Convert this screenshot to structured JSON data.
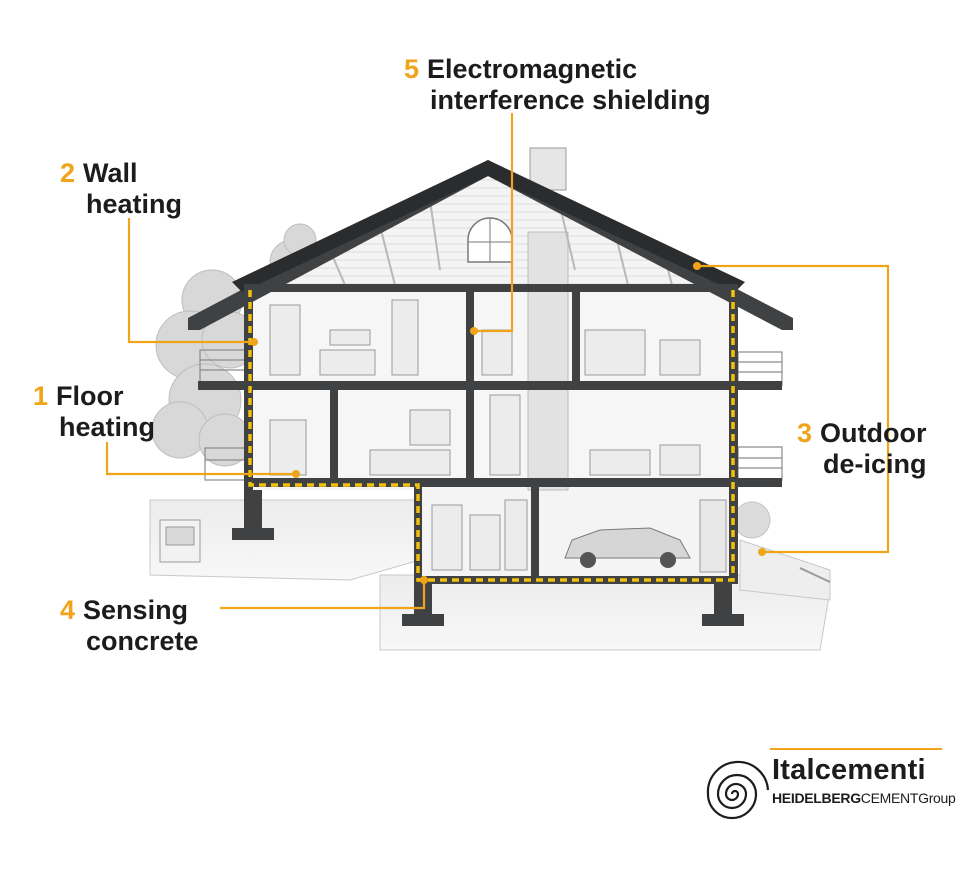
{
  "accent_color": "#f0a419",
  "callouts": [
    {
      "id": "floor",
      "number": "1",
      "lines": [
        "Floor",
        "heating"
      ]
    },
    {
      "id": "wall",
      "number": "2",
      "lines": [
        "Wall",
        "heating"
      ]
    },
    {
      "id": "outdoor",
      "number": "3",
      "lines": [
        "Outdoor",
        "de-icing"
      ]
    },
    {
      "id": "sensing",
      "number": "4",
      "lines": [
        "Sensing",
        "concrete"
      ]
    },
    {
      "id": "emi",
      "number": "5",
      "lines": [
        "Electromagnetic",
        "interference shielding"
      ]
    }
  ],
  "brand": {
    "name": "Italcementi",
    "group_bold": "HEIDELBERG",
    "group_regular": "CEMENT",
    "group_suffix": "Group",
    "logo_icon": "spiral-icon"
  }
}
